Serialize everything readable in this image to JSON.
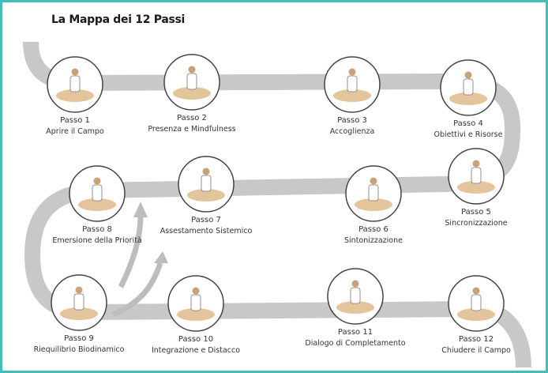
{
  "title": "La Mappa dei 12 Passi",
  "colors": {
    "border": "#3fbfb8",
    "path": "#c8c8c8",
    "mat": "#e3c49b",
    "circle": "#444444"
  },
  "steps": [
    {
      "number": "Passo 1",
      "name": "Aprire il Campo",
      "icon": "standing-figure-icon"
    },
    {
      "number": "Passo 2",
      "name": "Presenza e Mindfulness",
      "icon": "meditating-figure-icon"
    },
    {
      "number": "Passo 3",
      "name": "Accoglienza",
      "icon": "two-people-greeting-icon"
    },
    {
      "number": "Passo 4",
      "name": "Obiettivi e Risorse",
      "icon": "seated-conversation-icon"
    },
    {
      "number": "Passo 5",
      "name": "Sincronizzazione",
      "icon": "treatment-table-icon"
    },
    {
      "number": "Passo 6",
      "name": "Sintonizzazione",
      "icon": "treatment-table-icon"
    },
    {
      "number": "Passo 7",
      "name": "Assestamento Sistemico",
      "icon": "practitioner-at-table-icon"
    },
    {
      "number": "Passo 8",
      "name": "Emersione della Priorità",
      "icon": "hands-on-head-icon"
    },
    {
      "number": "Passo 9",
      "name": "Riequilibrio Biodinamico",
      "icon": "treatment-table-icon"
    },
    {
      "number": "Passo 10",
      "name": "Integrazione e Distacco",
      "icon": "resting-client-icon"
    },
    {
      "number": "Passo 11",
      "name": "Dialogo di Completamento",
      "icon": "seated-conversation-icon"
    },
    {
      "number": "Passo 12",
      "name": "Chiudere il Campo",
      "icon": "seated-figure-icon"
    }
  ]
}
